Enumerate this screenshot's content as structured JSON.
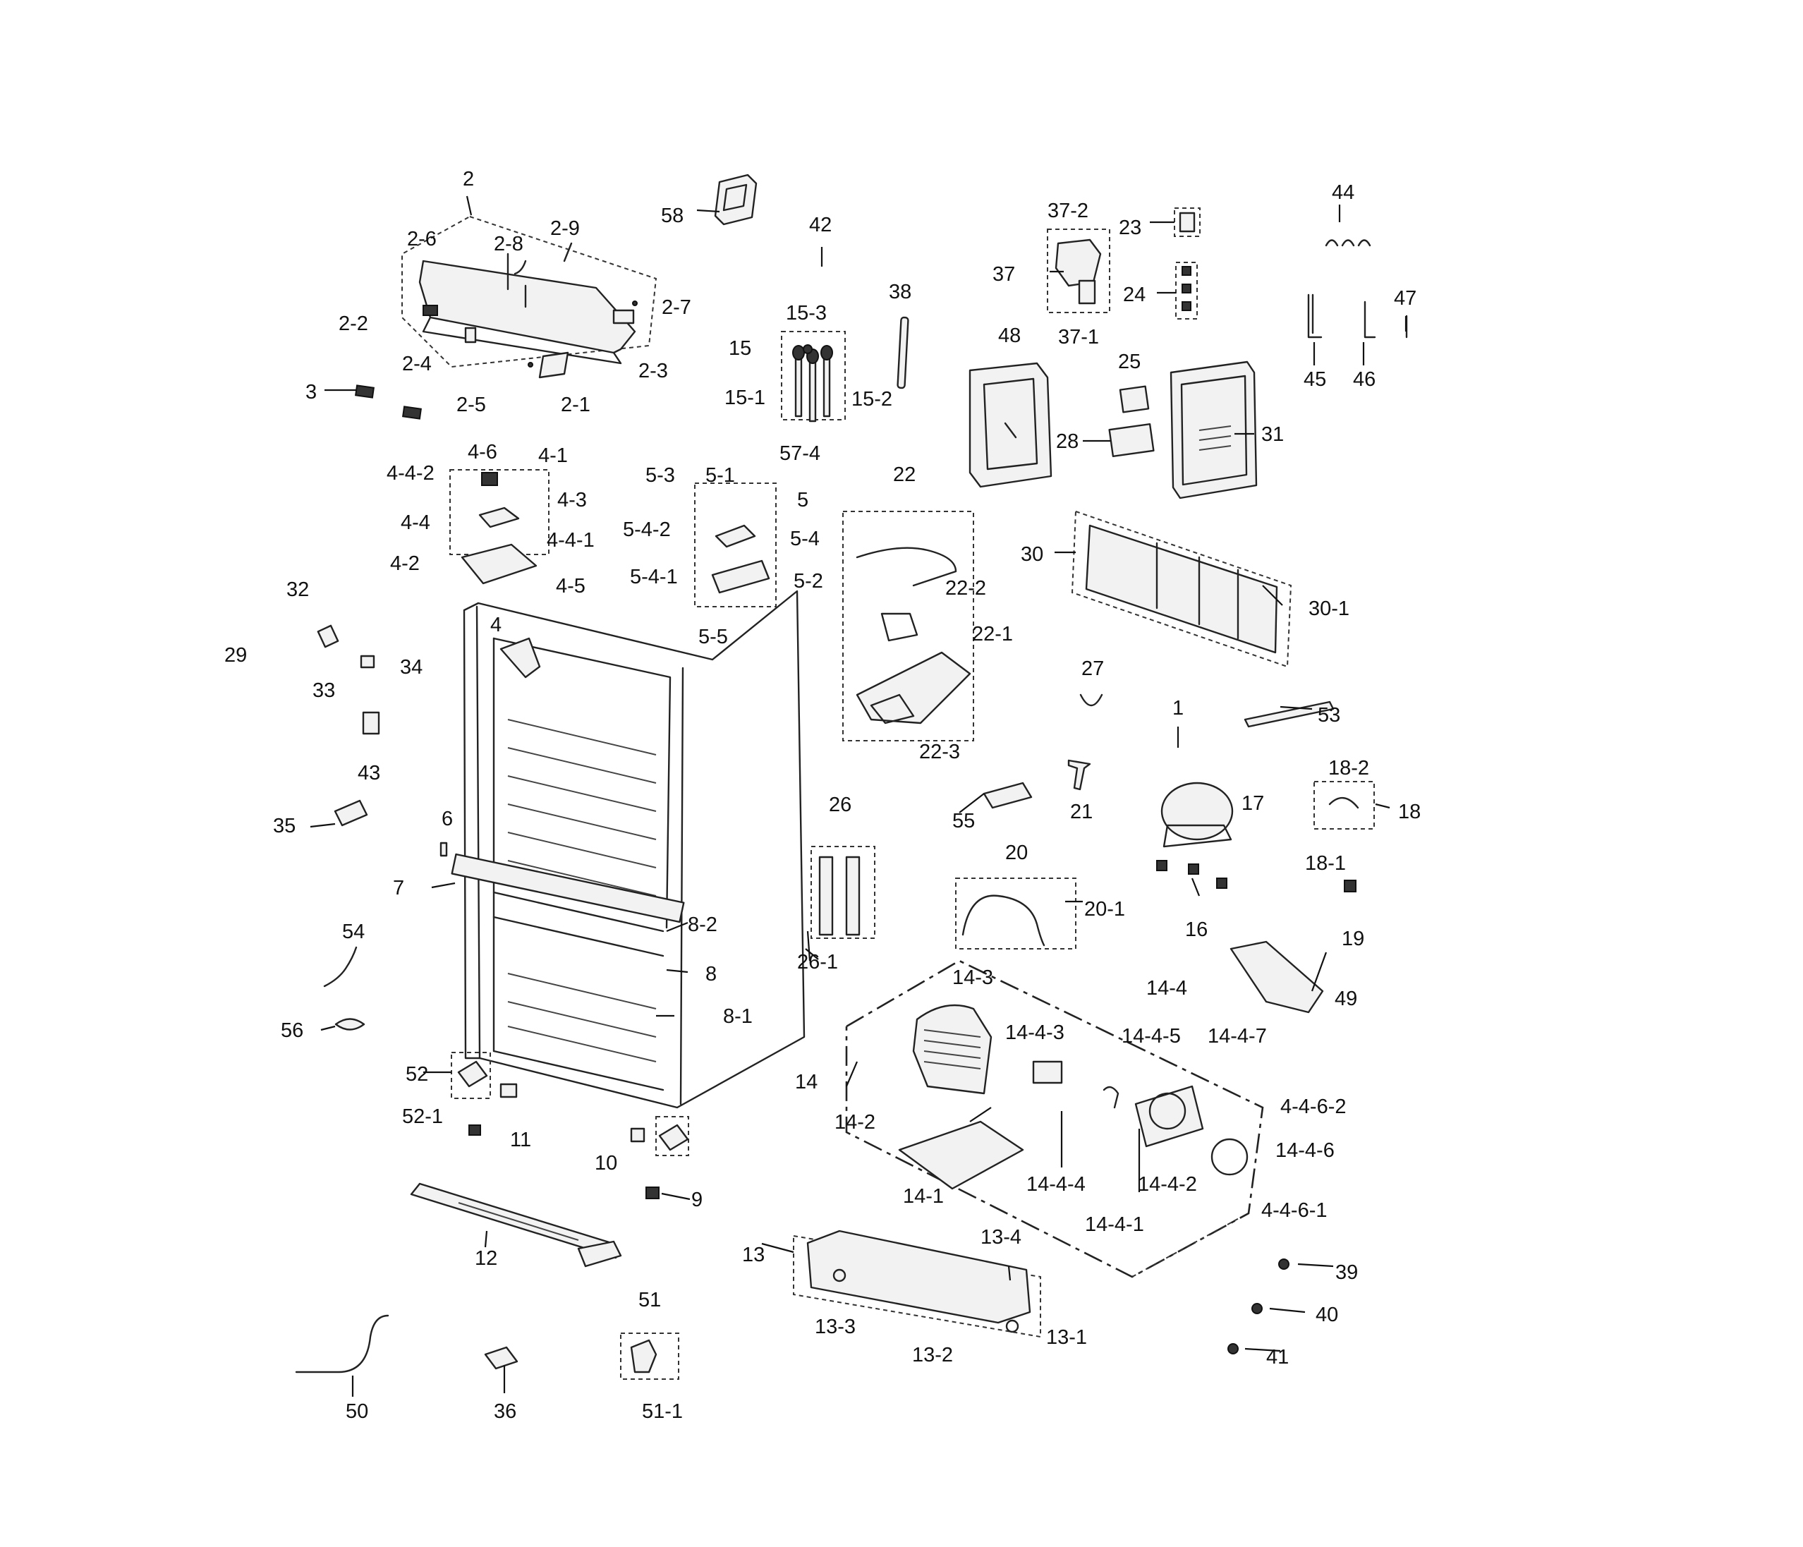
{
  "labels": [
    "1",
    "2",
    "2-1",
    "2-2",
    "2-3",
    "2-4",
    "2-5",
    "2-6",
    "2-7",
    "2-8",
    "2-9",
    "3",
    "4",
    "4-1",
    "4-2",
    "4-3",
    "4-4",
    "4-4-1",
    "4-4-2",
    "4-5",
    "4-6",
    "5",
    "5-1",
    "5-2",
    "5-3",
    "5-4",
    "5-4-1",
    "5-4-2",
    "5-5",
    "6",
    "7",
    "8",
    "8-1",
    "8-2",
    "9",
    "10",
    "11",
    "12",
    "13",
    "13-1",
    "13-2",
    "13-3",
    "13-4",
    "14",
    "14-1",
    "14-2",
    "14-3",
    "14-4",
    "14-4-1",
    "14-4-2",
    "14-4-3",
    "14-4-4",
    "14-4-5",
    "14-4-6",
    "14-4-7",
    "4-4-6-1",
    "4-4-6-2",
    "15",
    "15-1",
    "15-2",
    "15-3",
    "16",
    "17",
    "18",
    "18-1",
    "18-2",
    "19",
    "20",
    "20-1",
    "21",
    "22",
    "22-1",
    "22-2",
    "22-3",
    "23",
    "24",
    "25",
    "26",
    "26-1",
    "27",
    "28",
    "29",
    "30",
    "30-1",
    "31",
    "32",
    "33",
    "34",
    "35",
    "36",
    "37",
    "37-1",
    "37-2",
    "38",
    "39",
    "40",
    "41",
    "42",
    "43",
    "44",
    "45",
    "46",
    "47",
    "48",
    "49",
    "50",
    "51",
    "51-1",
    "52",
    "52-1",
    "53",
    "54",
    "55",
    "56",
    "57-4",
    "58"
  ]
}
